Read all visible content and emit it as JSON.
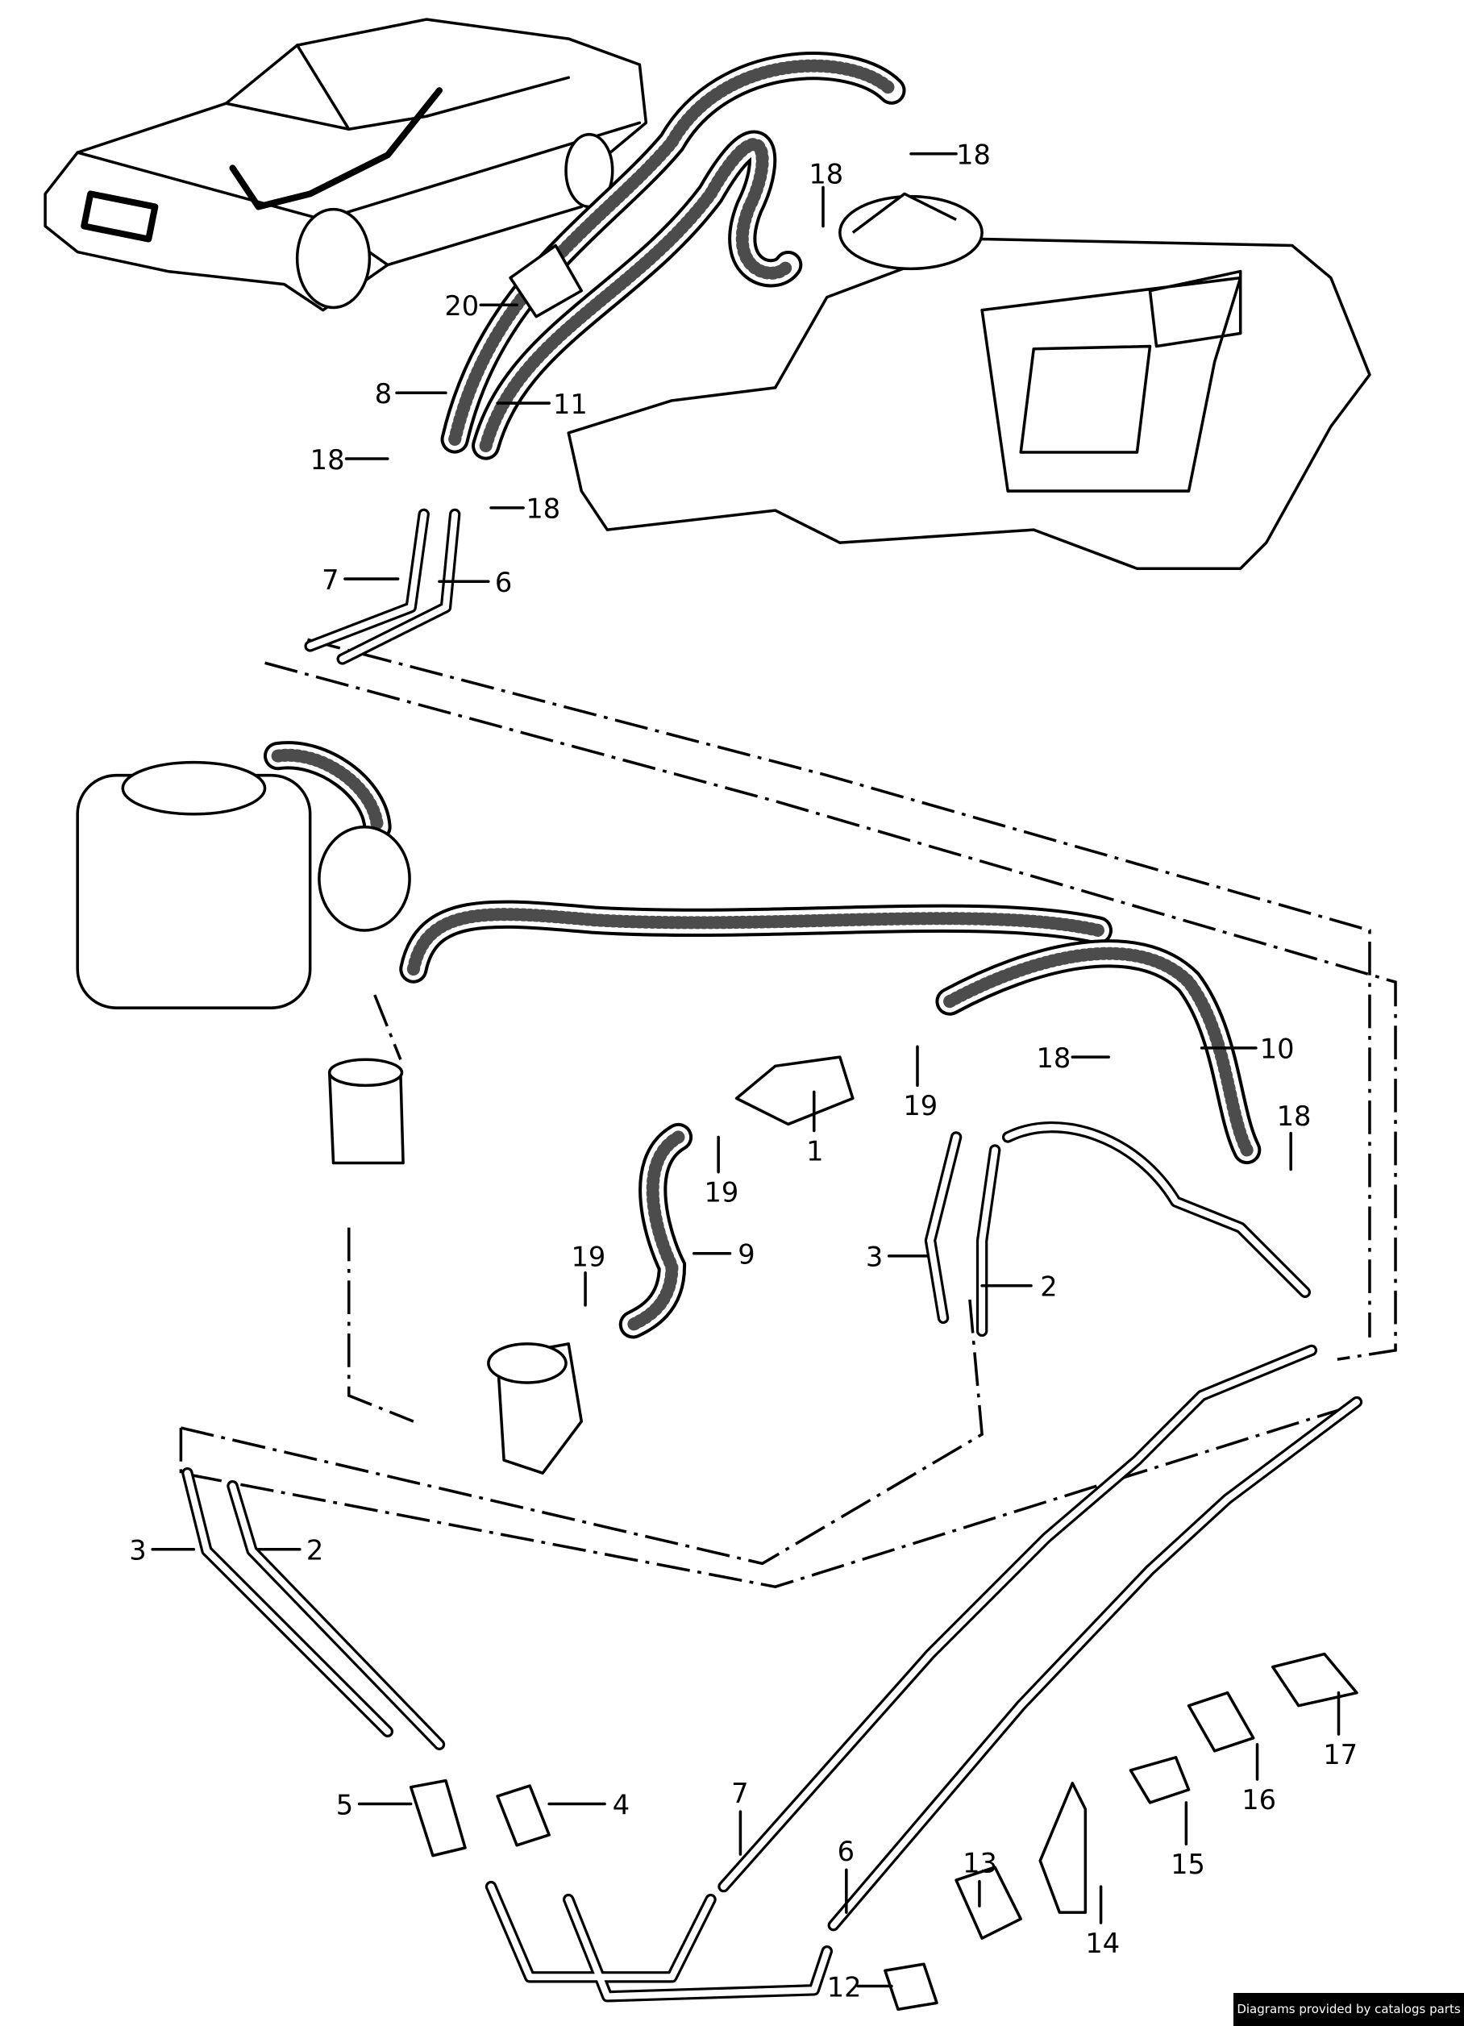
{
  "diagram": {
    "callouts": {
      "c18a": "18",
      "c18b": "18",
      "c20": "20",
      "c8": "8",
      "c11": "11",
      "c18c": "18",
      "c18d": "18",
      "c7a": "7",
      "c6a": "6",
      "c10": "10",
      "c18e": "18",
      "c18f": "18",
      "c19a": "19",
      "c1": "1",
      "c19b": "19",
      "c19c": "19",
      "c9": "9",
      "c3a": "3",
      "c2a": "2",
      "c3b": "3",
      "c2b": "2",
      "c5": "5",
      "c4": "4",
      "c7b": "7",
      "c6b": "6",
      "c13": "13",
      "c14": "14",
      "c12": "12",
      "c15": "15",
      "c16": "16",
      "c17": "17"
    }
  },
  "footer": {
    "credit": "Diagrams provided by catalogs parts"
  }
}
